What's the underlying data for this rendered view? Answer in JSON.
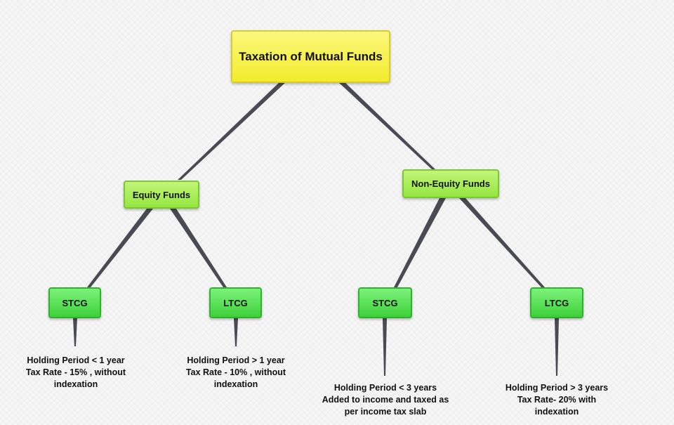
{
  "root": {
    "label": "Taxation of Mutual Funds"
  },
  "equity": {
    "label": "Equity Funds",
    "stcg": {
      "label": "STCG",
      "note": [
        "Holding Period < 1 year",
        "Tax Rate - 15% , without",
        "indexation"
      ]
    },
    "ltcg": {
      "label": "LTCG",
      "note": [
        "Holding Period > 1 year",
        "Tax Rate - 10% , without",
        "indexation"
      ]
    }
  },
  "non_equity": {
    "label": "Non-Equity Funds",
    "stcg": {
      "label": "STCG",
      "note": [
        "Holding Period < 3 years",
        "Added to income and taxed as",
        "per income tax slab"
      ]
    },
    "ltcg": {
      "label": "LTCG",
      "note": [
        "Holding Period > 3 years",
        "Tax Rate- 20% with",
        "indexation"
      ]
    }
  },
  "colors": {
    "root_fill": "#f3ec2e",
    "category_fill": "#94e640",
    "leaf_fill": "#3ed13b",
    "connector": "#4a4a54"
  }
}
